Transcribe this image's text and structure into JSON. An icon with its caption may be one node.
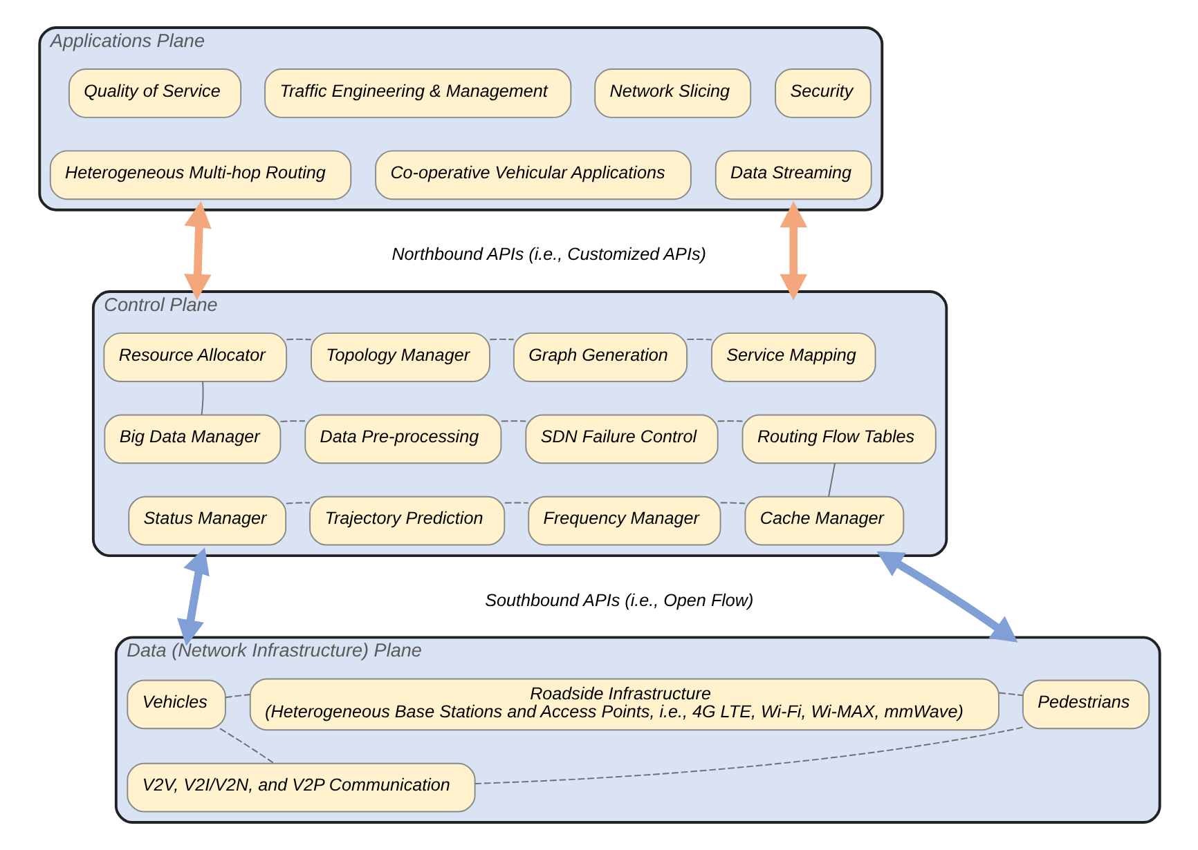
{
  "diagram": {
    "nodes": [
      {
        "text": [
          "Applications Plane"
        ]
      },
      {
        "text": [
          "Quality of Service"
        ],
        "in": 0
      },
      {
        "text": [
          "Traffic Engineering & Management"
        ],
        "in": 0
      },
      {
        "text": [
          "Network Slicing"
        ],
        "in": 0
      },
      {
        "text": [
          "Security"
        ],
        "in": 0
      },
      {
        "text": [
          "Heterogeneous Multi-hop Routing"
        ],
        "in": 0
      },
      {
        "text": [
          "Co-operative Vehicular Applications"
        ],
        "in": 0
      },
      {
        "text": [
          "Data Streaming"
        ],
        "in": 0
      },
      {
        "text": [
          "Control Plane"
        ]
      },
      {
        "text": [
          "Resource Allocator"
        ],
        "in": 8
      },
      {
        "text": [
          "Topology Manager"
        ],
        "in": 8
      },
      {
        "text": [
          "Graph Generation"
        ],
        "in": 8
      },
      {
        "text": [
          "Service Mapping"
        ],
        "in": 8
      },
      {
        "text": [
          "Big Data Manager"
        ],
        "in": 8
      },
      {
        "text": [
          "Data Pre-processing"
        ],
        "in": 8
      },
      {
        "text": [
          "SDN Failure Control"
        ],
        "in": 8
      },
      {
        "text": [
          "Routing Flow Tables"
        ],
        "in": 8
      },
      {
        "text": [
          "Status Manager"
        ],
        "in": 8
      },
      {
        "text": [
          "Trajectory Prediction"
        ],
        "in": 8
      },
      {
        "text": [
          "Frequency Manager"
        ],
        "in": 8
      },
      {
        "text": [
          "Cache Manager"
        ],
        "in": 8
      },
      {
        "text": [
          "Data (Network Infrastructure) Plane"
        ]
      },
      {
        "text": [
          "Vehicles"
        ],
        "in": 21
      },
      {
        "text": [
          "Roadside Infrastructure",
          "(Heterogeneous Base Stations and Access Points, i.e., 4G LTE, Wi-Fi, Wi-MAX, mmWave)"
        ],
        "in": 21
      },
      {
        "text": [
          "Pedestrians"
        ],
        "in": 21
      },
      {
        "text": [
          "V2V, V2I/V2N, and V2P Communication"
        ],
        "in": 21
      }
    ],
    "edges": [
      {
        "from": 0,
        "to": 8,
        "arrow": "both",
        "style": "thick",
        "color": "#f4a77c"
      },
      {
        "from": 0,
        "to": 8,
        "arrow": "both",
        "style": "thick",
        "color": "#f4a77c"
      },
      {
        "from": 9,
        "to": 10,
        "arrow": "none",
        "style": "dashed"
      },
      {
        "from": 10,
        "to": 11,
        "arrow": "none",
        "style": "dashed"
      },
      {
        "from": 11,
        "to": 12,
        "arrow": "none",
        "style": "dashed"
      },
      {
        "from": 9,
        "to": 13,
        "arrow": "none"
      },
      {
        "from": 13,
        "to": 14,
        "arrow": "none",
        "style": "dashed"
      },
      {
        "from": 14,
        "to": 15,
        "arrow": "none",
        "style": "dashed"
      },
      {
        "from": 15,
        "to": 16,
        "arrow": "none",
        "style": "dashed"
      },
      {
        "from": 16,
        "to": 20,
        "arrow": "none"
      },
      {
        "from": 17,
        "to": 18,
        "arrow": "none",
        "style": "dashed"
      },
      {
        "from": 18,
        "to": 19,
        "arrow": "none",
        "style": "dashed"
      },
      {
        "from": 19,
        "to": 20,
        "arrow": "none",
        "style": "dashed"
      },
      {
        "from": 8,
        "to": 21,
        "arrow": "both",
        "style": "thick",
        "color": "#7f9fd6"
      },
      {
        "from": 8,
        "to": 21,
        "arrow": "both",
        "style": "thick",
        "color": "#7f9fd6"
      },
      {
        "from": 22,
        "to": 23,
        "arrow": "none",
        "style": "dashed"
      },
      {
        "from": 23,
        "to": 24,
        "arrow": "none",
        "style": "dashed"
      },
      {
        "from": 22,
        "to": 25,
        "arrow": "none",
        "style": "dashed"
      },
      {
        "from": 24,
        "to": 25,
        "arrow": "none",
        "style": "dashed"
      }
    ],
    "labels": [
      "Northbound APIs (i.e., Customized APIs)",
      "Southbound APIs (i.e., Open Flow)"
    ]
  }
}
